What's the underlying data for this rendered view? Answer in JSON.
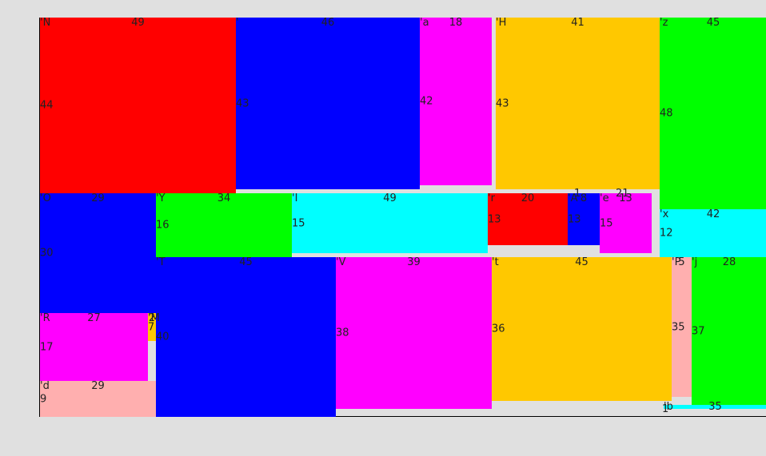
{
  "colors": {
    "red": "#ff0000",
    "blue": "#0000ff",
    "magenta": "#ff00ff",
    "gold": "#ffc800",
    "green": "#00ff00",
    "cyan": "#00ffff",
    "pink": "#ffafaf",
    "background": "#e0e0e0"
  },
  "cells": [
    {
      "id": "N",
      "name": "'N",
      "w": "49",
      "h": "44",
      "color": "red"
    },
    {
      "id": "T1",
      "name": "'",
      "w": "46",
      "h": "43",
      "color": "blue"
    },
    {
      "id": "a",
      "name": "'a",
      "w": "18",
      "h": "42",
      "color": "magenta"
    },
    {
      "id": "H",
      "name": "'H",
      "w": "41",
      "h": "43",
      "color": "gold"
    },
    {
      "id": "z",
      "name": "'z",
      "w": "45",
      "h": "48",
      "color": "green"
    },
    {
      "id": "O",
      "name": "'O",
      "w": "29",
      "h": "30",
      "color": "blue"
    },
    {
      "id": "Y",
      "name": "'Y",
      "w": "34",
      "h": "16",
      "color": "green"
    },
    {
      "id": "I",
      "name": "'I",
      "w": "49",
      "h": "15",
      "color": "cyan"
    },
    {
      "id": "r",
      "name": "'r",
      "w": "20",
      "h": "13",
      "color": "red"
    },
    {
      "id": "A",
      "name": "'A",
      "w": "8",
      "h": "13",
      "color": "blue"
    },
    {
      "id": "e",
      "name": "'e",
      "w": "13",
      "h": "15",
      "color": "magenta"
    },
    {
      "id": "x",
      "name": "'x",
      "w": "42",
      "h": "12",
      "color": "cyan"
    },
    {
      "id": "T",
      "name": "'T",
      "w": "45",
      "h": "40",
      "color": "blue"
    },
    {
      "id": "V",
      "name": "'V",
      "w": "39",
      "h": "38",
      "color": "magenta"
    },
    {
      "id": "t",
      "name": "'t",
      "w": "45",
      "h": "36",
      "color": "gold"
    },
    {
      "id": "P",
      "name": "'P",
      "w": "5",
      "h": "35",
      "color": "pink"
    },
    {
      "id": "j",
      "name": "'j",
      "w": "28",
      "h": "37",
      "color": "green"
    },
    {
      "id": "R",
      "name": "'R",
      "w": "27",
      "h": "17",
      "color": "magenta"
    },
    {
      "id": "M",
      "name": "'M",
      "w": "2",
      "h": "7",
      "color": "gold"
    },
    {
      "id": "d",
      "name": "'d",
      "w": "29",
      "h": "9",
      "color": "pink"
    },
    {
      "id": "b",
      "name": "'b",
      "w": "35",
      "h": "1",
      "color": "cyan"
    }
  ],
  "tiny_marks": {
    "mark_1a": "1",
    "mark_1b": "1",
    "mark_21": "21"
  }
}
